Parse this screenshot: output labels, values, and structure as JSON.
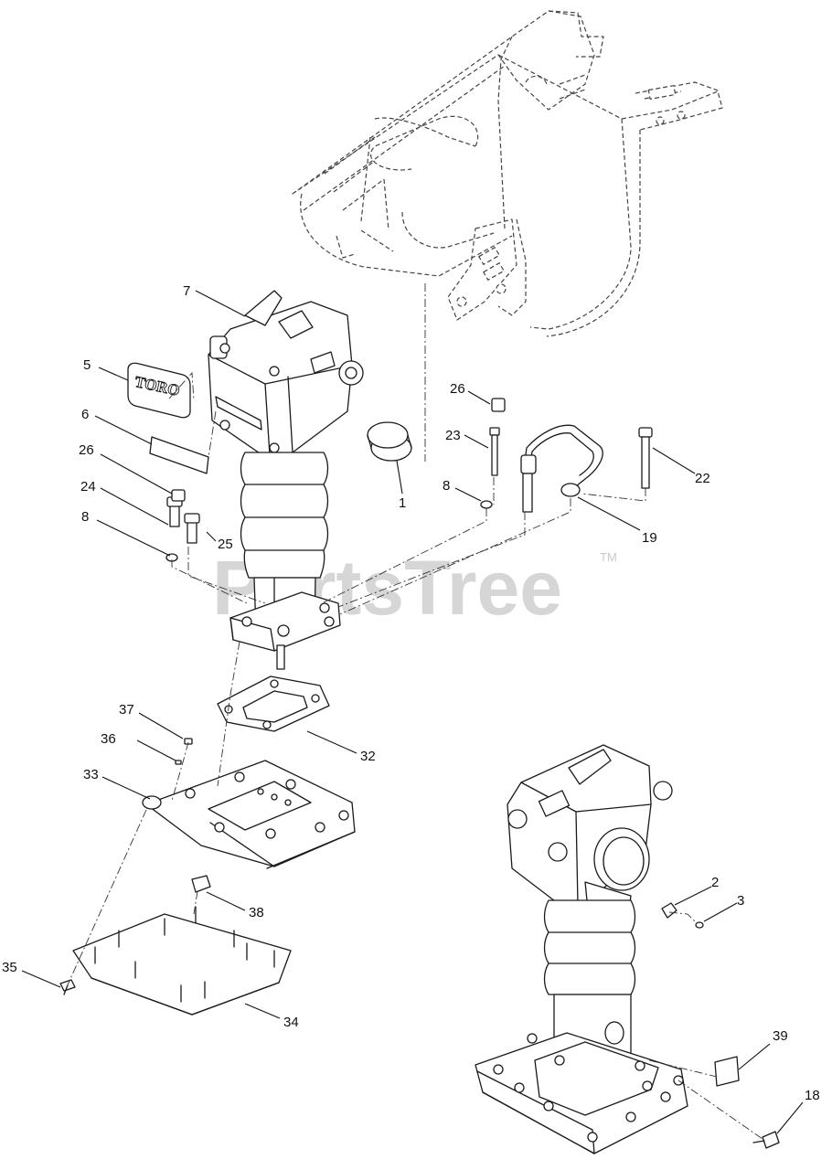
{
  "watermark": {
    "text": "PartsTree",
    "trademark": "TM"
  },
  "decal_text": "TORO",
  "callouts": [
    "1",
    "2",
    "3",
    "5",
    "6",
    "7",
    "8",
    "8",
    "18",
    "19",
    "22",
    "23",
    "24",
    "25",
    "26",
    "26",
    "32",
    "33",
    "34",
    "35",
    "36",
    "37",
    "38",
    "39"
  ]
}
